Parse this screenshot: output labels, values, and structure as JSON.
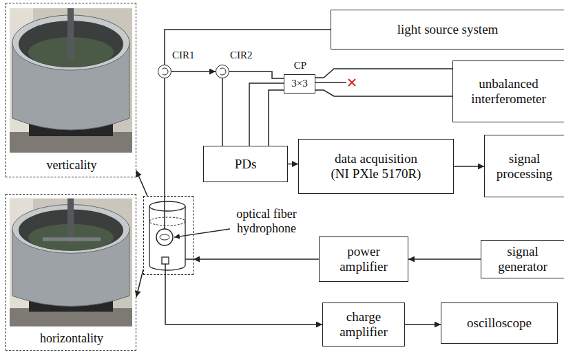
{
  "diagram": {
    "nodes": [
      {
        "text": [
          "verticality"
        ]
      },
      {
        "text": [
          "light source system"
        ]
      },
      {
        "text": [
          "CIR1"
        ]
      },
      {
        "text": [
          "CIR2"
        ]
      },
      {
        "text": [
          "CP",
          "3×3"
        ]
      },
      {
        "text": [
          "unbalanced interferometer"
        ]
      },
      {
        "text": [
          "PDs"
        ]
      },
      {
        "text": [
          "data acquisition (NI PXle 5170R)"
        ]
      },
      {
        "text": [
          "signal processing"
        ]
      },
      {
        "text": [
          "optical fiber hydrophone"
        ]
      },
      {
        "text": [
          "power amplifier"
        ]
      },
      {
        "text": [
          "signal generator"
        ]
      },
      {
        "text": [
          "horizontality"
        ]
      },
      {
        "text": [
          "charge amplifier"
        ]
      },
      {
        "text": [
          "oscilloscope"
        ]
      }
    ],
    "edges": [
      {
        "from": 1,
        "to": 2,
        "arrow": "none"
      },
      {
        "from": 2,
        "to": 3,
        "arrow": "to"
      },
      {
        "from": 3,
        "to": 4,
        "arrow": "none"
      },
      {
        "from": 3,
        "to": 6,
        "arrow": "none"
      },
      {
        "from": 4,
        "to": 6,
        "arrow": "none"
      },
      {
        "from": 4,
        "to": 6,
        "arrow": "none"
      },
      {
        "from": 4,
        "to": 5,
        "arrow": "none"
      },
      {
        "from": 4,
        "to": 5,
        "arrow": "none"
      },
      {
        "from": 6,
        "to": 7,
        "arrow": "to"
      },
      {
        "from": 7,
        "to": 8,
        "arrow": "to"
      },
      {
        "from": 2,
        "to": 9,
        "arrow": "none"
      },
      {
        "from": 11,
        "to": 10,
        "arrow": "to"
      },
      {
        "from": 10,
        "to": 9,
        "arrow": "to"
      },
      {
        "from": 9,
        "to": 13,
        "arrow": "to"
      },
      {
        "from": 13,
        "to": 14,
        "arrow": "to"
      },
      {
        "from": 9,
        "to": 0,
        "arrow": "to"
      },
      {
        "from": 9,
        "to": 12,
        "arrow": "to"
      }
    ]
  }
}
